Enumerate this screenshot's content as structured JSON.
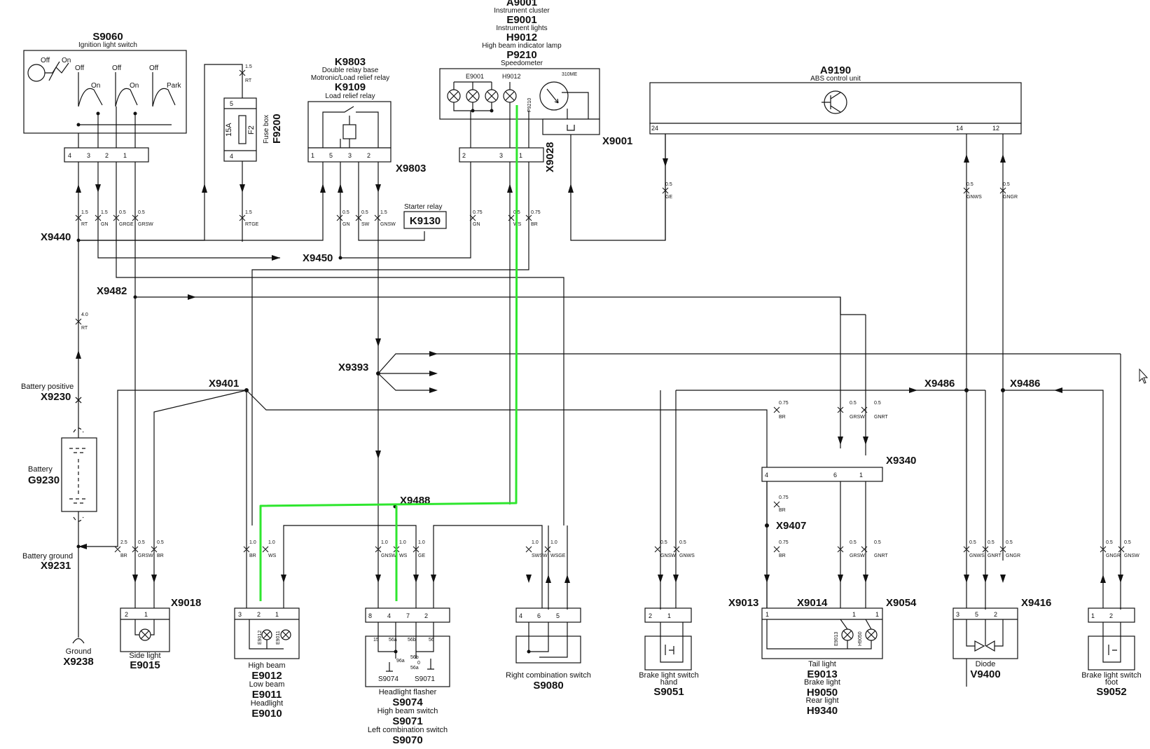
{
  "components": {
    "S9060": {
      "id": "S9060",
      "desc": "Ignition light switch",
      "labels": [
        "Off",
        "On",
        "Off",
        "Off",
        "Off",
        "On",
        "On",
        "Park"
      ]
    },
    "K9803": {
      "id": "K9803",
      "desc": "Double relay base\nMotronic/Load relief relay"
    },
    "K9109": {
      "id": "K9109",
      "desc": "Load relief relay"
    },
    "F9200": {
      "id": "F9200",
      "desc": "Fuse box",
      "rating": "15A",
      "fuse": "F2"
    },
    "A9001": {
      "id": "A9001",
      "desc": "Instrument cluster"
    },
    "E9001": {
      "id": "E9001",
      "desc": "Instrument lights"
    },
    "H9012": {
      "id": "H9012",
      "desc": "High beam indicator lamp"
    },
    "P9210": {
      "id": "P9210",
      "desc": "Speedometer",
      "code": "310ME"
    },
    "A9190": {
      "id": "A9190",
      "desc": "ABS control unit"
    },
    "K9130": {
      "id": "K9130",
      "desc": "Starter relay"
    },
    "G9230": {
      "id": "G9230",
      "desc": "Battery"
    },
    "X9230": {
      "id": "X9230",
      "desc": "Battery positive"
    },
    "X9231": {
      "id": "X9231",
      "desc": "Battery ground"
    },
    "X9238": {
      "id": "X9238",
      "desc": "Ground"
    },
    "E9015": {
      "id": "E9015",
      "desc": "Side light"
    },
    "E9012": {
      "id": "E9012",
      "desc": "High beam"
    },
    "E9011": {
      "id": "E9011",
      "desc": "Low beam"
    },
    "E9010": {
      "id": "E9010",
      "desc": "Headlight"
    },
    "S9074": {
      "id": "S9074",
      "desc": "Headlight flasher"
    },
    "S9071": {
      "id": "S9071",
      "desc": "High beam switch"
    },
    "S9070": {
      "id": "S9070",
      "desc": "Left combination switch"
    },
    "S9080": {
      "id": "S9080",
      "desc": "Right combination switch"
    },
    "S9051": {
      "id": "S9051",
      "desc": "Brake light switch\nhand"
    },
    "E9013": {
      "id": "E9013",
      "desc": "Tail light"
    },
    "H9050": {
      "id": "H9050",
      "desc": "Brake light"
    },
    "H9340": {
      "id": "H9340",
      "desc": "Rear light"
    },
    "V9400": {
      "id": "V9400",
      "desc": "Diode"
    },
    "S9052": {
      "id": "S9052",
      "desc": "Brake light switch\nfoot"
    }
  },
  "connectors": [
    "X9440",
    "X9450",
    "X9482",
    "X9401",
    "X9393",
    "X9486",
    "X9486",
    "X9340",
    "X9407",
    "X9488",
    "X9018",
    "X9013",
    "X9014",
    "X9054",
    "X9416",
    "X9803",
    "X9028",
    "X9001"
  ],
  "wires": {
    "top": [
      [
        "1.5",
        "RT"
      ],
      [
        "1.5",
        "GN"
      ],
      [
        "0.5",
        "GRGE"
      ],
      [
        "0.5",
        "GRSW"
      ],
      [
        "1.5",
        "RT"
      ],
      [
        "1.5",
        "RTGE"
      ],
      [
        "0.5",
        "GN"
      ],
      [
        "0.5",
        "SW"
      ],
      [
        "1.5",
        "GNSW"
      ],
      [
        "0.75",
        "GN"
      ],
      [
        "0.5",
        "WS"
      ],
      [
        "0.75",
        "BR"
      ],
      [
        "0.5",
        "GE"
      ],
      [
        "0.5",
        "GNWS"
      ],
      [
        "0.5",
        "GNGR"
      ],
      [
        "4.0",
        "RT"
      ]
    ],
    "mid": [
      [
        "0.75",
        "BR"
      ],
      [
        "0.5",
        "GRSW"
      ],
      [
        "0.5",
        "GNRT"
      ],
      [
        "0.75",
        "BR"
      ]
    ],
    "bottom": [
      [
        "2.5",
        "BR"
      ],
      [
        "0.5",
        "GRSW"
      ],
      [
        "0.5",
        "BR"
      ],
      [
        "1.0",
        "BR"
      ],
      [
        "1.0",
        "WS"
      ],
      [
        "1.0",
        "GNSW"
      ],
      [
        "1.0",
        "WS"
      ],
      [
        "1.0",
        "GE"
      ],
      [
        "1.0",
        "SWSW"
      ],
      [
        "1.0",
        "WSGE"
      ],
      [
        "0.5",
        "GNSW"
      ],
      [
        "0.5",
        "GNWS"
      ],
      [
        "0.75",
        "BR"
      ],
      [
        "0.5",
        "GRSW"
      ],
      [
        "0.5",
        "GNRT"
      ],
      [
        "0.5",
        "GNWS"
      ],
      [
        "0.5",
        "GNRT"
      ],
      [
        "0.5",
        "GNGR"
      ],
      [
        "0.5",
        "GNGR"
      ],
      [
        "0.5",
        "GNSW"
      ]
    ]
  },
  "switch_labels": {
    "s9074_contacts": [
      "15",
      "56a",
      "56b",
      "56"
    ],
    "s9071_contacts": [
      "96a",
      "56b",
      "0",
      "56a"
    ],
    "names": [
      "S9074",
      "S9071"
    ]
  },
  "lamp_labels": [
    "E9001",
    "H9012",
    "P9210",
    "E9012",
    "E9011",
    "E9013",
    "H9050"
  ],
  "highlight_color": "#2ee62e"
}
